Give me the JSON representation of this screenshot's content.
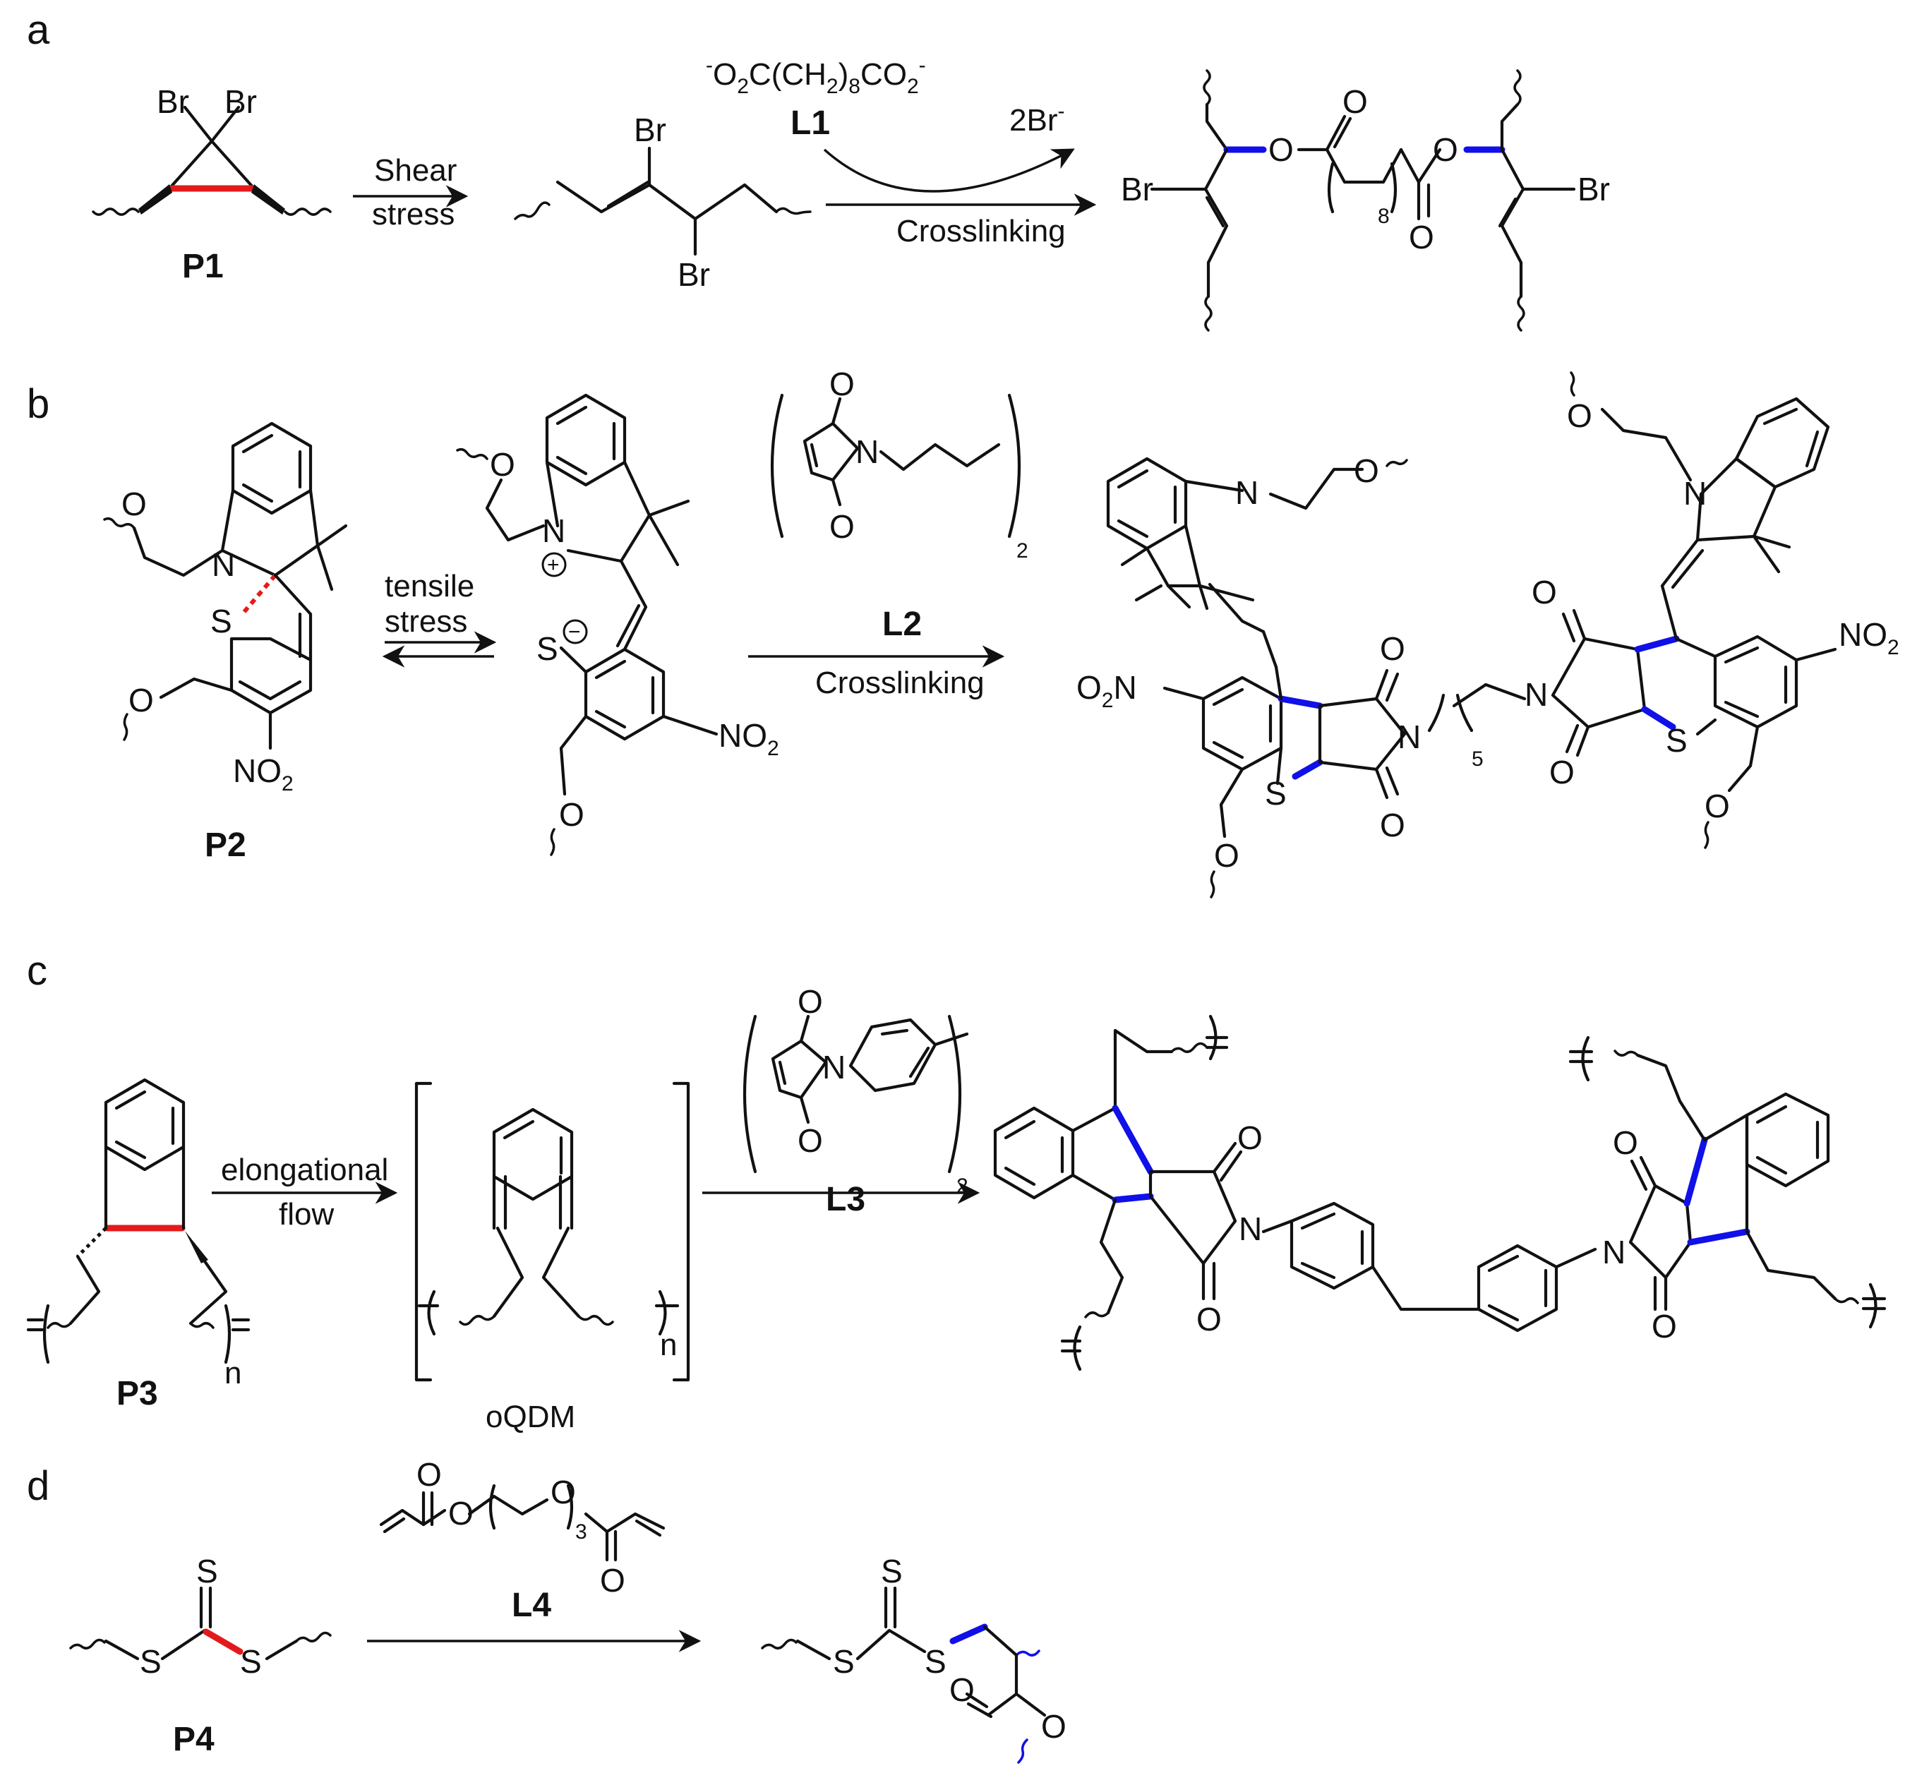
{
  "panels": {
    "a": {
      "label": "a",
      "reactant": "P1",
      "step1": {
        "line1": "Shear",
        "line2": "stress"
      },
      "reagent": {
        "formula": {
          "pre": "-",
          "t1": "O",
          "s1": "2",
          "t2": "C(CH",
          "s2": "2",
          "t3": ")",
          "s3": "8",
          "t4": "CO",
          "s4": "2",
          "sup": "-"
        },
        "name": "L1"
      },
      "byproduct": {
        "text": "2Br",
        "sup": "-"
      },
      "step2": "Crosslinking",
      "repeat": "8"
    },
    "b": {
      "label": "b",
      "reactant": "P2",
      "step1": {
        "line1": "tensile",
        "line2": "stress"
      },
      "reagent": {
        "name": "L2",
        "repeat": "2"
      },
      "step2": "Crosslinking",
      "chain_repeat": "5",
      "nitro": {
        "text": "NO",
        "sub": "2"
      },
      "nitro_left": {
        "text": "O",
        "sub": "2",
        "tail": "N"
      }
    },
    "c": {
      "label": "c",
      "reactant": "P3",
      "step1": {
        "line1": "elongational",
        "line2": "flow"
      },
      "intermediate": "oQDM",
      "reagent": {
        "name": "L3",
        "repeat": "2"
      },
      "repeat": "n"
    },
    "d": {
      "label": "d",
      "reactant": "P4",
      "reagent": {
        "name": "L4",
        "repeat": "3"
      }
    }
  },
  "atoms": {
    "Br": "Br",
    "O": "O",
    "N": "N",
    "S": "S",
    "plus": "+",
    "minus": "−"
  },
  "colors": {
    "cleaved_bond": "#e31a1c",
    "new_bond": "#1010e8",
    "ink": "#111111"
  }
}
